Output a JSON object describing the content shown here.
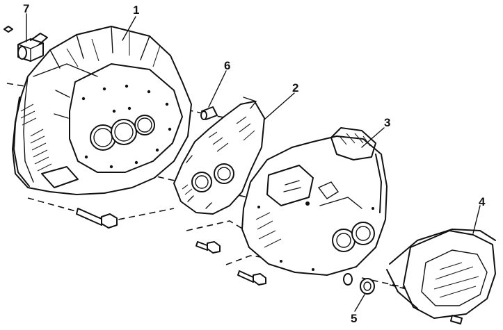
{
  "callouts": {
    "c1": "1",
    "c2": "2",
    "c3": "3",
    "c4": "4",
    "c5": "5",
    "c6": "6",
    "c7": "7"
  },
  "parts": [
    {
      "ref": "1",
      "icon": "clutch-housing"
    },
    {
      "ref": "2",
      "icon": "intermediate-plate"
    },
    {
      "ref": "3",
      "icon": "transmission-case"
    },
    {
      "ref": "4",
      "icon": "end-cover"
    },
    {
      "ref": "5",
      "icon": "oil-seal"
    },
    {
      "ref": "6",
      "icon": "dowel-pin"
    },
    {
      "ref": "7",
      "icon": "release-shaft-bushing"
    }
  ]
}
